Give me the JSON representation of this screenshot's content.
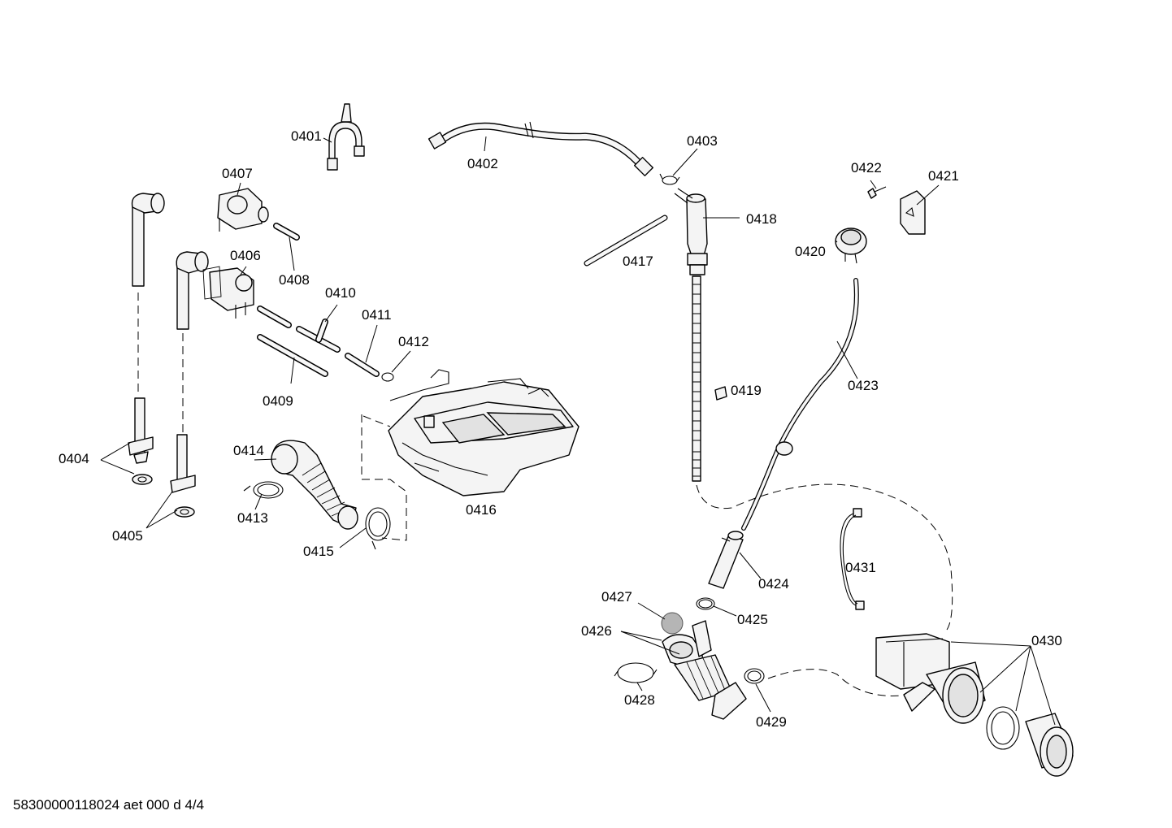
{
  "callouts": {
    "c0401": "0401",
    "c0402": "0402",
    "c0403": "0403",
    "c0404": "0404",
    "c0405": "0405",
    "c0406": "0406",
    "c0407": "0407",
    "c0408": "0408",
    "c0409": "0409",
    "c0410": "0410",
    "c0411": "0411",
    "c0412": "0412",
    "c0413": "0413",
    "c0414": "0414",
    "c0415": "0415",
    "c0416": "0416",
    "c0417": "0417",
    "c0418": "0418",
    "c0419": "0419",
    "c0420": "0420",
    "c0421": "0421",
    "c0422": "0422",
    "c0423": "0423",
    "c0424": "0424",
    "c0425": "0425",
    "c0426": "0426",
    "c0427": "0427",
    "c0428": "0428",
    "c0429": "0429",
    "c0430": "0430",
    "c0431": "0431"
  },
  "footer": {
    "doc_id": "58300000118024 aet 000 d 4/4"
  }
}
